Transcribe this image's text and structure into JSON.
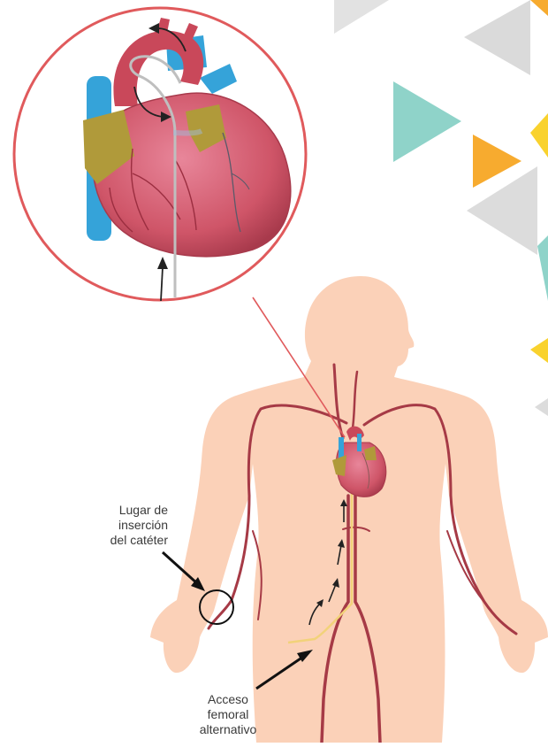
{
  "labels": {
    "insertion_site": [
      "Lugar de",
      "inserción",
      "del catéter"
    ],
    "femoral_access": [
      "Acceso",
      "femoral",
      "alternativo"
    ]
  },
  "colors": {
    "skin": "#fbd1b8",
    "artery": "#a63a46",
    "heart": "#d05a6c",
    "aorta": "#c9485a",
    "vein_blue": "#35a3d9",
    "fat_yellow": "#b09a3a",
    "zoom_circle": "#e05a5c",
    "catheter": "#f2d27a",
    "triangle_gray": "#d9d9d9",
    "triangle_teal": "#8fd3c9",
    "triangle_orange": "#f7ab2f",
    "triangle_yellow": "#f9d22e"
  },
  "icons": [
    "heart-illustration",
    "human-body-silhouette",
    "catheter-path",
    "flow-arrow",
    "callout-circle",
    "decorative-triangles"
  ]
}
